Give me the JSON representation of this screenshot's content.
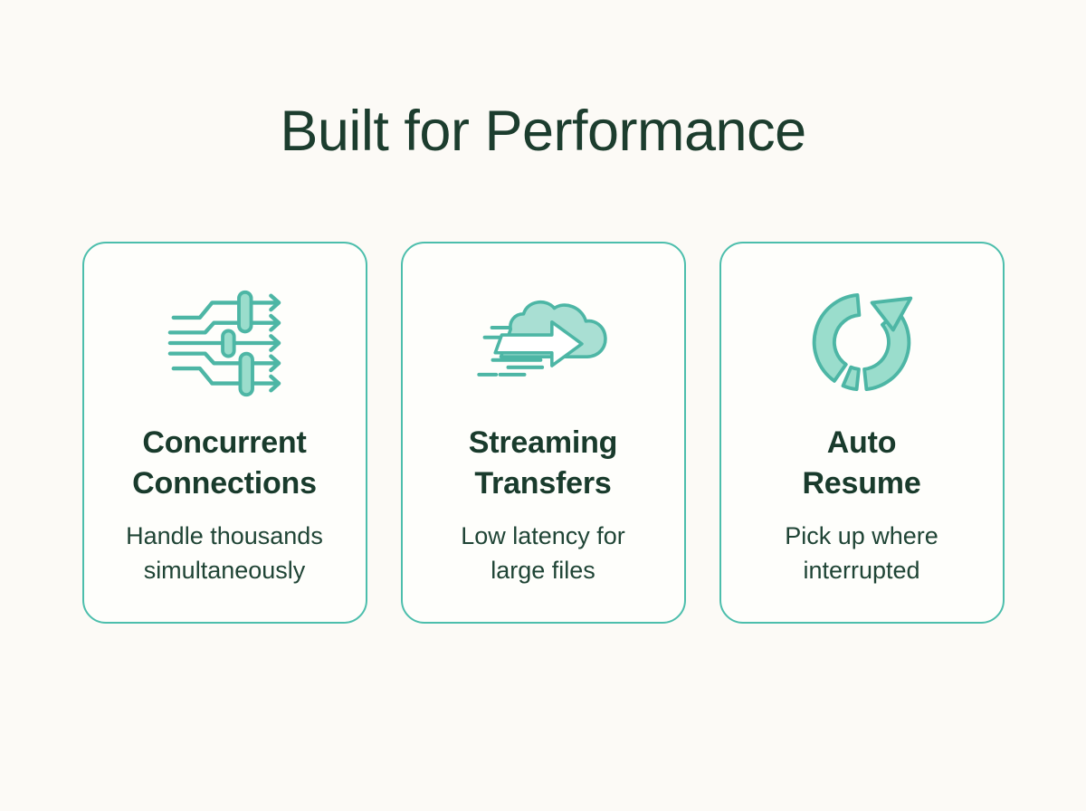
{
  "page": {
    "title": "Built for Performance"
  },
  "theme": {
    "background": "#FCFAF6",
    "card_background": "#FEFEFB",
    "card_border": "#4CBEAC",
    "icon_stroke": "#4DB6A5",
    "icon_fill_light": "#9ADDCC",
    "cloud_fill": "#A9DFD3",
    "title_color": "#1C3D2E",
    "heading_color": "#193B2C",
    "subtitle_color": "#1F4435"
  },
  "cards": [
    {
      "icon": "concurrent-connections-icon",
      "title": "Concurrent\nConnections",
      "subtitle": "Handle thousands\nsimultaneously"
    },
    {
      "icon": "streaming-transfers-icon",
      "title": "Streaming\nTransfers",
      "subtitle": "Low latency for\nlarge files"
    },
    {
      "icon": "auto-resume-icon",
      "title": "Auto\nResume",
      "subtitle": "Pick up where\ninterrupted"
    }
  ]
}
